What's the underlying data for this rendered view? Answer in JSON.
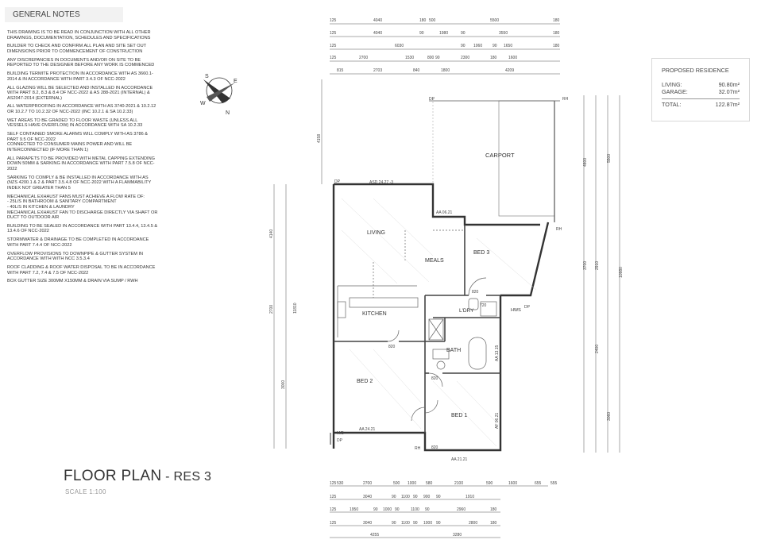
{
  "notes": {
    "heading": "GENERAL NOTES",
    "items": [
      "THIS DRAWING IS TO BE READ IN CONJUNCTION WITH ALL OTHER DRAWINGS, DOCUMENTATION, SCHEDULES AND SPECIFICATIONS",
      "BUILDER TO CHECK AND CONFIRM ALL PLAN AND SITE SET OUT DIMENSIONS PRIOR TO COMMENCEMENT OF CONSTRUCTION",
      "ANY DISCREPANCIES IN DOCUMENTS AND/OR ON SITE TO BE REPORTED TO THE DESIGNER BEFORE ANY WORK IS COMMENCED",
      "BUILDING TERMITE PROTECTION IN ACCORDANCE WITH AS 3660.1-2014 & IN ACCORDANCE WITH PART 3.4.3 OF NCC-2022",
      "ALL GLAZING WILL BE SELECTED AND INSTALLED IN ACCORDANCE WITH PART 8.2, 8.3 & 8.4 OF NCC-2022 & AS 288-2021 (INTERNAL) & AS2047-2014 (EXTERNAL)",
      "ALL WATERPROOFING IN ACCORDANCE WITH AS 3740-2021 & 10.2.12 OR 10.2.7 TO 10.2.32 OF NCC-2022 (INC 10.2.1 & SA 10.2.33)",
      "WET AREAS TO BE GRADED TO FLOOR WASTE (UNLESS ALL VESSELS HAVE OVERFLOW) IN ACCORDANCE WITH SA 10.2.33",
      "SELF CONTAINED SMOKE ALARMS WILL COMPLY WITH AS 3786 & PART 9.5 OF NCC-2022\nCONNECTED TO CONSUMER MAINS POWER AND WILL BE INTERCONNECTED (IF MORE THAN 1)",
      "ALL PARAPETS TO BE PROVIDED WITH METAL CAPPING EXTENDING DOWN 50MM & SARKING IN ACCORDANCE WITH PART 7.5.8 OF NCC-2022",
      "SARKING TO COMPLY & BE INSTALLED IN ACCORDANCE WITH AS (NZS 4200.1 & 2 & PART 3.5.4.8 OF NCC-2022 WITH A FLAMMABILITY INDEX NOT GREATER THAN 5",
      "MECHANICAL EXHAUST FANS MUST ACHIEVE A FLOW RATE OF:\n  -   25L/S IN BATHROOM & SANITARY COMPARTMENT\n  -   40L/S IN KITCHEN & LAUNDRY\nMECHANICAL EXHAUST FAN TO DISCHARGE DIRECTLY VIA SHAFT OR DUCT TO OUTDOOR AIR",
      "BUILDING TO BE SEALED IN ACCORDANCE WITH PART 13.4.4, 13.4.5 & 13.4.6 OF NCC-2022",
      "STORMWATER & DRAINAGE TO BE COMPLETED IN ACCORDANCE WITH PART 7.4.4 OF NCC-2022",
      "OVERFLOW PROVISIONS TO DOWNPIPE & GUTTER SYSTEM IN ACCORDANCE WITH WITH NCC 3.5.3.4",
      "ROOF CLADDING & ROOF WATER DISPOSAL TO BE IN ACCORDANCE WITH PART 7.2, 7.4 & 7.5 OF NCC-2022",
      "BOX GUTTER SIZE 300MM X150MM & DRAIN VIA SUMP / RWH"
    ]
  },
  "title": {
    "main": "FLOOR PLAN",
    "suffix": " - RES 3",
    "scale": "SCALE 1:100"
  },
  "area": {
    "heading": "PROPOSED RESIDENCE",
    "rows": [
      {
        "label": "LIVING:",
        "value": "90.80m²"
      },
      {
        "label": "GARAGE:",
        "value": "32.07m²"
      }
    ],
    "total": {
      "label": "TOTAL:",
      "value": "122.87m²"
    }
  },
  "compass": {
    "letters": [
      "N",
      "E",
      "S",
      "W"
    ]
  },
  "rooms": {
    "carport": "CARPORT",
    "living": "LIVING",
    "meals": "MEALS",
    "kitchen": "KITCHEN",
    "bed2": "BED 2",
    "bed1": "BED 1",
    "bed3": "BED 3",
    "bath": "BATH",
    "ldry": "L'DRY",
    "hws": "HWS"
  },
  "labels": {
    "dp_top": "DP",
    "rh_top": "RH",
    "dp_living": "DP",
    "asd": "ASD 24.27 -3",
    "aa_0621": "AA 06.21",
    "aa_2421": "AA 24.21",
    "aa_1315": "AA 13.15",
    "af_0621": "AF 06.21",
    "aa_2121": "AA 21.21",
    "d820a": "820",
    "d820b": "820",
    "d820c": "820",
    "d720": "720",
    "d820d": "820",
    "mb": "M/B",
    "dp_bottom": "DP",
    "rh_bottom": "RH",
    "rh_right": "RH",
    "dp_right": "DP"
  },
  "dims_top": [
    [
      "125",
      "4040",
      "180",
      "500",
      "5500",
      "180"
    ],
    [
      "125",
      "4040",
      "90",
      "1980",
      "90",
      "3550",
      "180"
    ],
    [
      "125",
      "6030",
      "90",
      "1060",
      "90",
      "1650",
      "180"
    ],
    [
      "125",
      "2700",
      "1530",
      "800",
      "90",
      "2300",
      "180",
      "1600"
    ],
    [
      "815",
      "2703",
      "840",
      "1800",
      "4209"
    ]
  ],
  "dims_bottom": [
    [
      "125",
      "530",
      "2700",
      "500",
      "1000",
      "580",
      "2100",
      "590",
      "1600",
      "655",
      "555"
    ],
    [
      "125",
      "3040",
      "90",
      "1100",
      "90",
      "900",
      "90",
      "1910"
    ],
    [
      "125",
      "1950",
      "90",
      "1000",
      "90",
      "1100",
      "90",
      "2960",
      "180"
    ],
    [
      "125",
      "3040",
      "90",
      "1100",
      "90",
      "1000",
      "90",
      "2800",
      "180"
    ],
    [
      "4255",
      "3280"
    ]
  ],
  "dims_left": [
    "4158",
    "4140",
    "2700",
    "3000",
    "11810"
  ],
  "dims_right": [
    "4800",
    "5500",
    "2910",
    "3700",
    "2400",
    "3060",
    "10980"
  ]
}
